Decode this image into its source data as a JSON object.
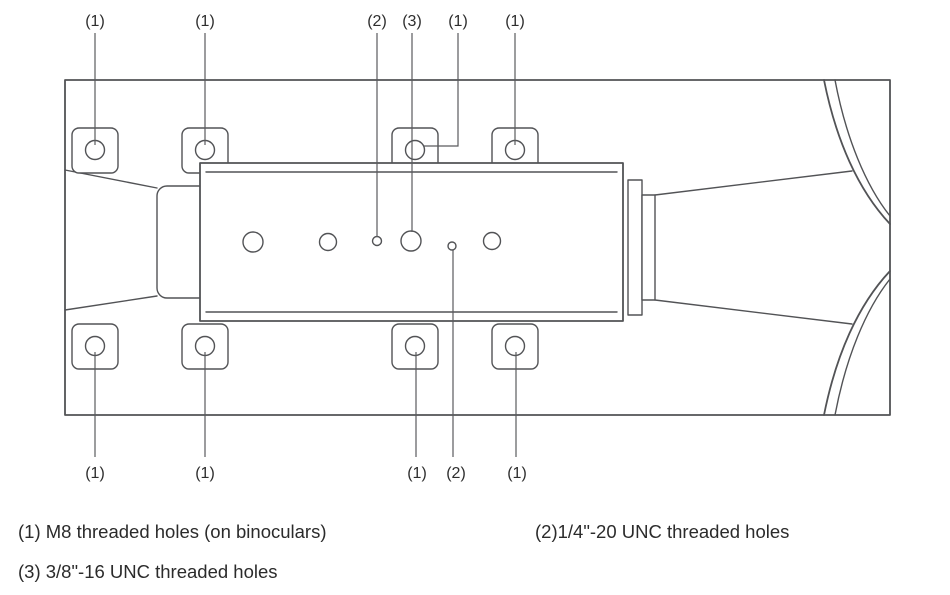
{
  "colors": {
    "line": "#525356",
    "text": "#2b2b2b",
    "background": "#ffffff"
  },
  "callouts_top": [
    {
      "label": "(1)"
    },
    {
      "label": "(1)"
    },
    {
      "label": "(2)"
    },
    {
      "label": "(3)"
    },
    {
      "label": "(1)"
    },
    {
      "label": "(1)"
    }
  ],
  "callouts_bottom": [
    {
      "label": "(1)"
    },
    {
      "label": "(1)"
    },
    {
      "label": "(1)"
    },
    {
      "label": "(2)"
    },
    {
      "label": "(1)"
    }
  ],
  "legend": {
    "item1": "(1) M8 threaded holes (on binoculars)",
    "item2": "(2)1/4\"-20 UNC threaded holes",
    "item3": "(3) 3/8\"-16 UNC threaded holes"
  }
}
